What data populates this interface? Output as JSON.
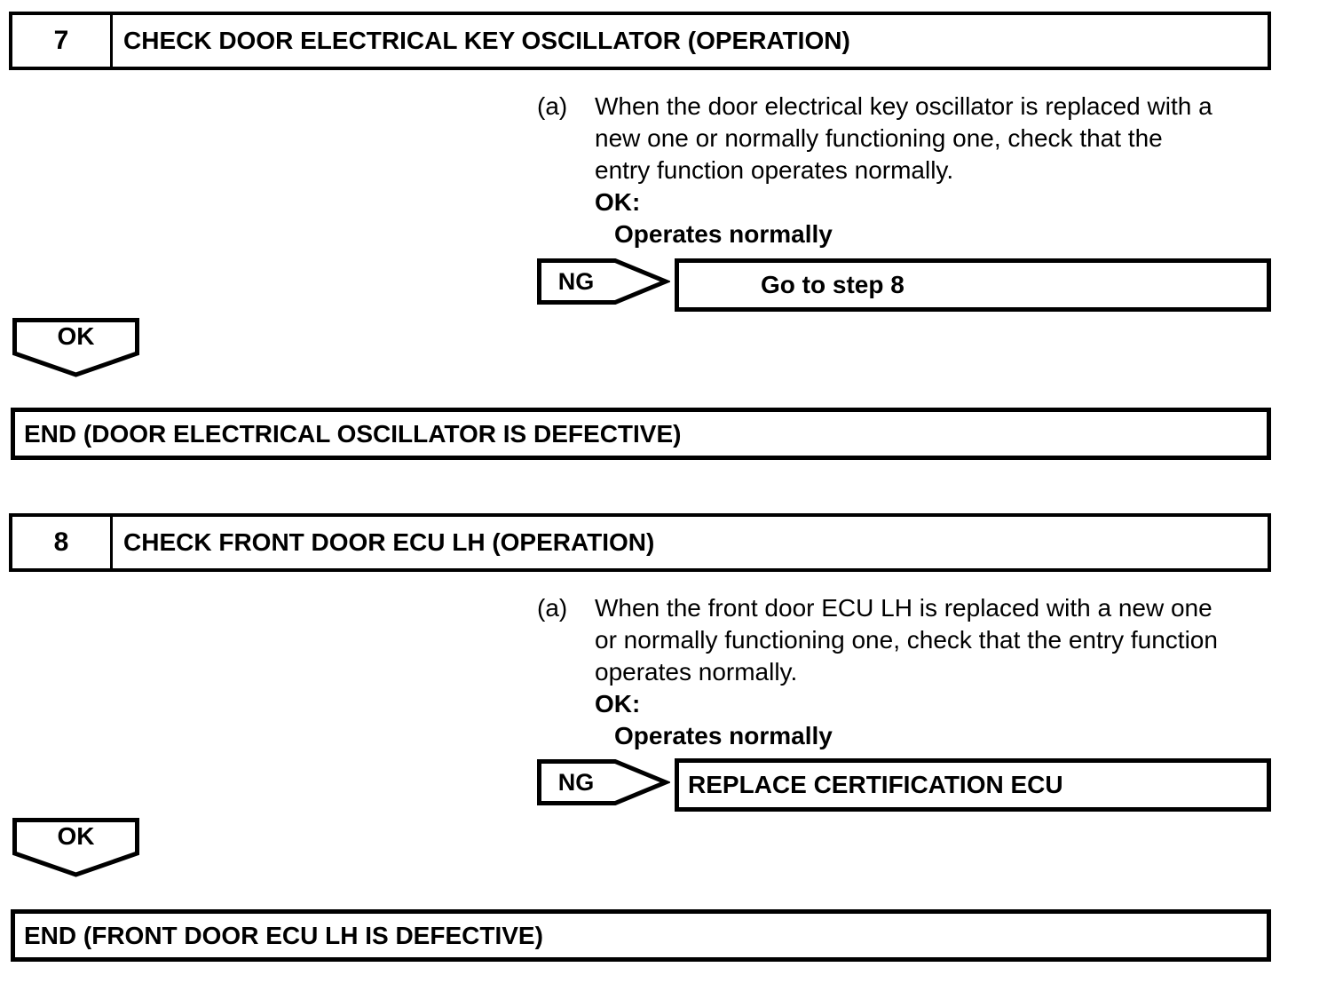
{
  "colors": {
    "line": "#000000",
    "background": "#ffffff"
  },
  "steps": [
    {
      "number": "7",
      "title": "CHECK DOOR ELECTRICAL KEY OSCILLATOR (OPERATION)",
      "item_label": "(a)",
      "item_text": "When the door electrical key oscillator is replaced with a\nnew one or normally functioning one, check that the\nentry function operates normally.",
      "ok_label": "OK:",
      "ok_condition": "Operates normally",
      "ng_label": "NG",
      "ng_result": "Go to step 8",
      "ok_arrow_label": "OK",
      "end_text": "END (DOOR ELECTRICAL OSCILLATOR IS DEFECTIVE)"
    },
    {
      "number": "8",
      "title": "CHECK FRONT DOOR ECU LH (OPERATION)",
      "item_label": "(a)",
      "item_text": "When the front door ECU LH is replaced with a new one\nor normally functioning one, check that the entry function\noperates normally.",
      "ok_label": "OK:",
      "ok_condition": "Operates normally",
      "ng_label": "NG",
      "ng_result": "REPLACE CERTIFICATION ECU",
      "ok_arrow_label": "OK",
      "end_text": "END (FRONT DOOR ECU LH IS DEFECTIVE)"
    }
  ]
}
